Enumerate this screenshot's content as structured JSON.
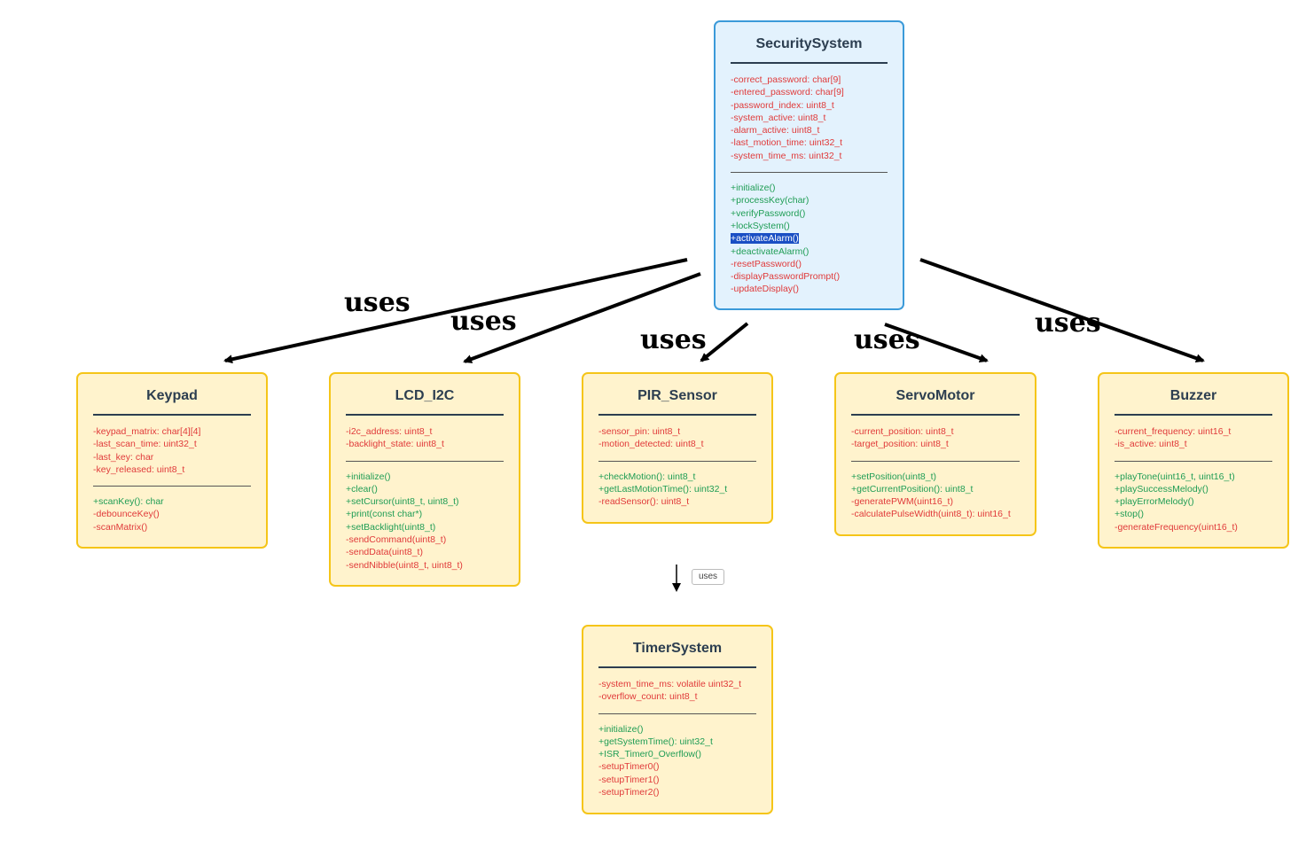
{
  "classes": {
    "security": {
      "name": "SecuritySystem",
      "attributes": [
        {
          "text": "-correct_password: char[9]",
          "vis": "priv"
        },
        {
          "text": "-entered_password: char[9]",
          "vis": "priv"
        },
        {
          "text": "-password_index: uint8_t",
          "vis": "priv"
        },
        {
          "text": "-system_active: uint8_t",
          "vis": "priv"
        },
        {
          "text": "-alarm_active: uint8_t",
          "vis": "priv"
        },
        {
          "text": "-last_motion_time: uint32_t",
          "vis": "priv"
        },
        {
          "text": "-system_time_ms: uint32_t",
          "vis": "priv"
        }
      ],
      "methods": [
        {
          "text": "+initialize()",
          "vis": "pub"
        },
        {
          "text": "+processKey(char)",
          "vis": "pub"
        },
        {
          "text": "+verifyPassword()",
          "vis": "pub"
        },
        {
          "text": "+lockSystem()",
          "vis": "pub"
        },
        {
          "text": "+activateAlarm()",
          "vis": "pub",
          "selected": true
        },
        {
          "text": "+deactivateAlarm()",
          "vis": "pub"
        },
        {
          "text": "-resetPassword()",
          "vis": "priv"
        },
        {
          "text": "-displayPasswordPrompt()",
          "vis": "priv"
        },
        {
          "text": "-updateDisplay()",
          "vis": "priv"
        }
      ]
    },
    "keypad": {
      "name": "Keypad",
      "attributes": [
        {
          "text": "-keypad_matrix: char[4][4]",
          "vis": "priv"
        },
        {
          "text": "-last_scan_time: uint32_t",
          "vis": "priv"
        },
        {
          "text": "-last_key: char",
          "vis": "priv"
        },
        {
          "text": "-key_released: uint8_t",
          "vis": "priv"
        }
      ],
      "methods": [
        {
          "text": "+scanKey(): char",
          "vis": "pub"
        },
        {
          "text": "-debounceKey()",
          "vis": "priv"
        },
        {
          "text": "-scanMatrix()",
          "vis": "priv"
        }
      ]
    },
    "lcd": {
      "name": "LCD_I2C",
      "attributes": [
        {
          "text": "-i2c_address: uint8_t",
          "vis": "priv"
        },
        {
          "text": "-backlight_state: uint8_t",
          "vis": "priv"
        }
      ],
      "methods": [
        {
          "text": "+initialize()",
          "vis": "pub"
        },
        {
          "text": "+clear()",
          "vis": "pub"
        },
        {
          "text": "+setCursor(uint8_t, uint8_t)",
          "vis": "pub"
        },
        {
          "text": "+print(const char*)",
          "vis": "pub"
        },
        {
          "text": "+setBacklight(uint8_t)",
          "vis": "pub"
        },
        {
          "text": "-sendCommand(uint8_t)",
          "vis": "priv"
        },
        {
          "text": "-sendData(uint8_t)",
          "vis": "priv"
        },
        {
          "text": "-sendNibble(uint8_t, uint8_t)",
          "vis": "priv"
        }
      ]
    },
    "pir": {
      "name": "PIR_Sensor",
      "attributes": [
        {
          "text": "-sensor_pin: uint8_t",
          "vis": "priv"
        },
        {
          "text": "-motion_detected: uint8_t",
          "vis": "priv"
        }
      ],
      "methods": [
        {
          "text": "+checkMotion(): uint8_t",
          "vis": "pub"
        },
        {
          "text": "+getLastMotionTime(): uint32_t",
          "vis": "pub"
        },
        {
          "text": "-readSensor(): uint8_t",
          "vis": "priv"
        }
      ]
    },
    "servo": {
      "name": "ServoMotor",
      "attributes": [
        {
          "text": "-current_position: uint8_t",
          "vis": "priv"
        },
        {
          "text": "-target_position: uint8_t",
          "vis": "priv"
        }
      ],
      "methods": [
        {
          "text": "+setPosition(uint8_t)",
          "vis": "pub"
        },
        {
          "text": "+getCurrentPosition(): uint8_t",
          "vis": "pub"
        },
        {
          "text": "-generatePWM(uint16_t)",
          "vis": "priv"
        },
        {
          "text": "-calculatePulseWidth(uint8_t): uint16_t",
          "vis": "priv"
        }
      ]
    },
    "buzzer": {
      "name": "Buzzer",
      "attributes": [
        {
          "text": "-current_frequency: uint16_t",
          "vis": "priv"
        },
        {
          "text": "-is_active: uint8_t",
          "vis": "priv"
        }
      ],
      "methods": [
        {
          "text": "+playTone(uint16_t, uint16_t)",
          "vis": "pub"
        },
        {
          "text": "+playSuccessMelody()",
          "vis": "pub"
        },
        {
          "text": "+playErrorMelody()",
          "vis": "pub"
        },
        {
          "text": "+stop()",
          "vis": "pub"
        },
        {
          "text": "-generateFrequency(uint16_t)",
          "vis": "priv"
        }
      ]
    },
    "timer": {
      "name": "TimerSystem",
      "attributes": [
        {
          "text": "-system_time_ms: volatile uint32_t",
          "vis": "priv"
        },
        {
          "text": "-overflow_count: uint8_t",
          "vis": "priv"
        }
      ],
      "methods": [
        {
          "text": "+initialize()",
          "vis": "pub"
        },
        {
          "text": "+getSystemTime(): uint32_t",
          "vis": "pub"
        },
        {
          "text": "+ISR_Timer0_Overflow()",
          "vis": "pub"
        },
        {
          "text": "-setupTimer0()",
          "vis": "priv"
        },
        {
          "text": "-setupTimer1()",
          "vis": "priv"
        },
        {
          "text": "-setupTimer2()",
          "vis": "priv"
        }
      ]
    }
  },
  "relations": {
    "keypad": "uses",
    "lcd": "uses",
    "pir": "uses",
    "servo": "uses",
    "buzzer": "uses",
    "timer": "uses"
  },
  "colors": {
    "private": "#e03a3a",
    "public": "#1f9d55",
    "main_fill": "#e3f2fd",
    "main_border": "#3b9ad9",
    "component_fill": "#fff3cd",
    "component_border": "#f5c518"
  }
}
